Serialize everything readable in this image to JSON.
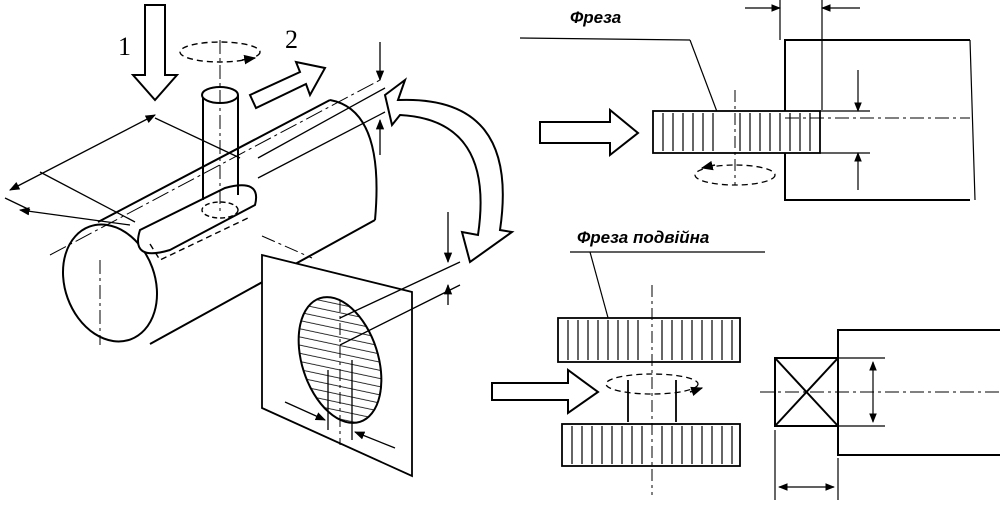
{
  "labels": {
    "step_1": "1",
    "step_2": "2",
    "cutter": "Фреза",
    "double_cutter": "Фреза подвійна"
  }
}
